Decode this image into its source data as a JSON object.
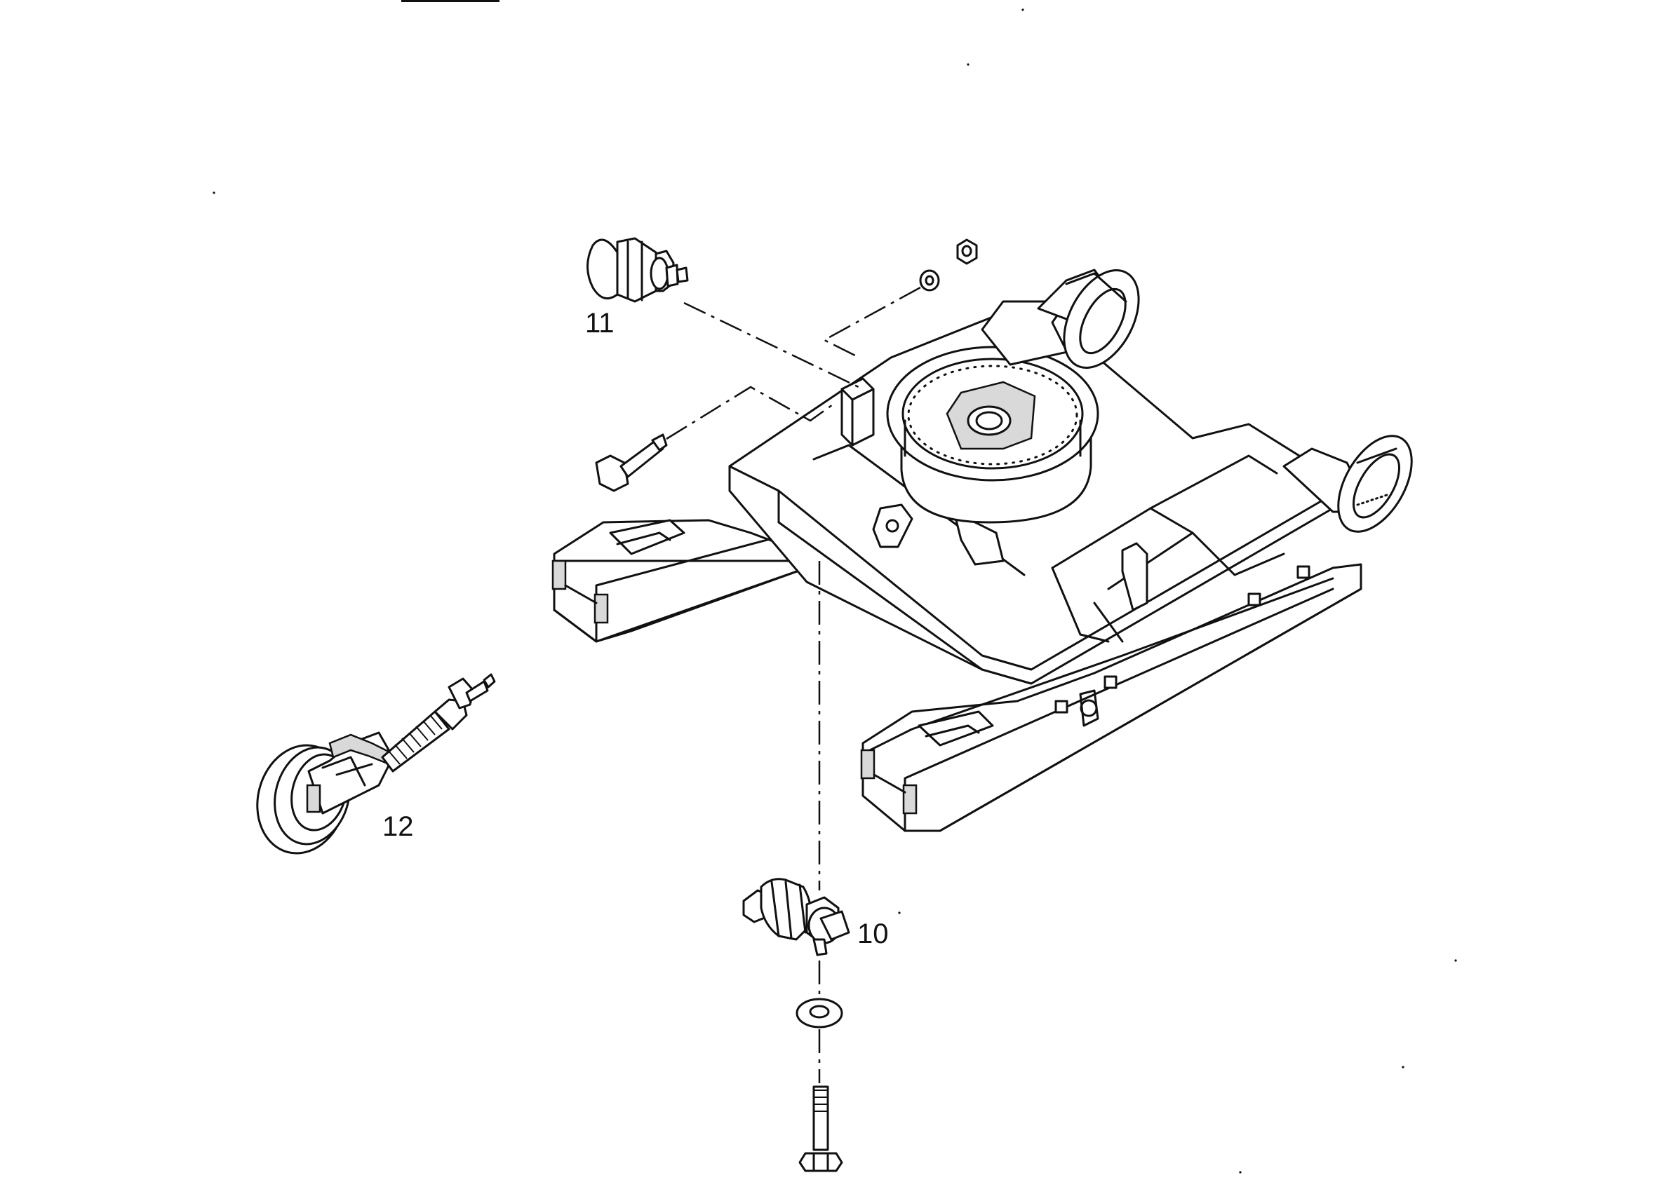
{
  "diagram": {
    "callouts": {
      "part_10": "10",
      "part_11": "11",
      "part_12": "12"
    }
  },
  "colors": {
    "ink": "#111111",
    "paper": "#ffffff",
    "shade": "#d9d9d9"
  }
}
